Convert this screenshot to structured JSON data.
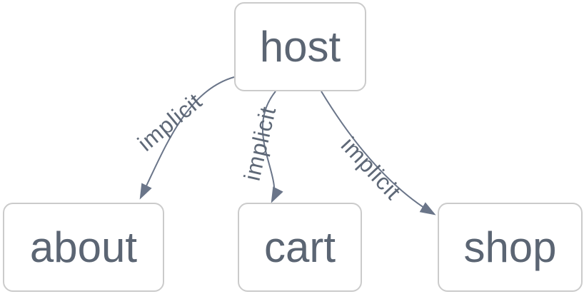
{
  "diagram": {
    "type": "flowchart",
    "direction": "top-down",
    "colors": {
      "node_border": "#cbcbcb",
      "node_fill": "#ffffff",
      "node_text": "#5b6573",
      "edge": "#6a7589",
      "edge_label": "#5e6877",
      "background": "#ffffff"
    },
    "nodes": [
      {
        "id": "host",
        "label": "host"
      },
      {
        "id": "about",
        "label": "about"
      },
      {
        "id": "cart",
        "label": "cart"
      },
      {
        "id": "shop",
        "label": "shop"
      }
    ],
    "edges": [
      {
        "from": "host",
        "to": "about",
        "label": "implicit"
      },
      {
        "from": "host",
        "to": "cart",
        "label": "implicit"
      },
      {
        "from": "host",
        "to": "shop",
        "label": "implicit"
      }
    ]
  }
}
